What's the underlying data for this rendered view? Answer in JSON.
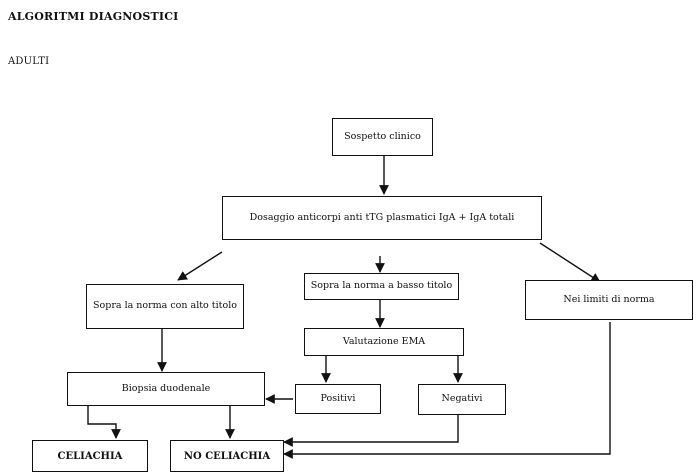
{
  "page": {
    "title": "ALGORITMI DIAGNOSTICI",
    "subtitle": "ADULTI"
  },
  "nodes": {
    "sospetto": "Sospetto clinico",
    "dosaggio": "Dosaggio anticorpi anti tTG plasmatici IgA + IgA totali",
    "alto": "Sopra la norma con alto titolo",
    "basso": "Sopra la norma a basso titolo",
    "limiti": "Nei limiti di norma",
    "ema": "Valutazione EMA",
    "biopsia": "Biopsia duodenale",
    "positivi": "Positivi",
    "negativi": "Negativi",
    "celiachia": "CELIACHIA",
    "no_celiachia": "NO CELIACHIA"
  }
}
